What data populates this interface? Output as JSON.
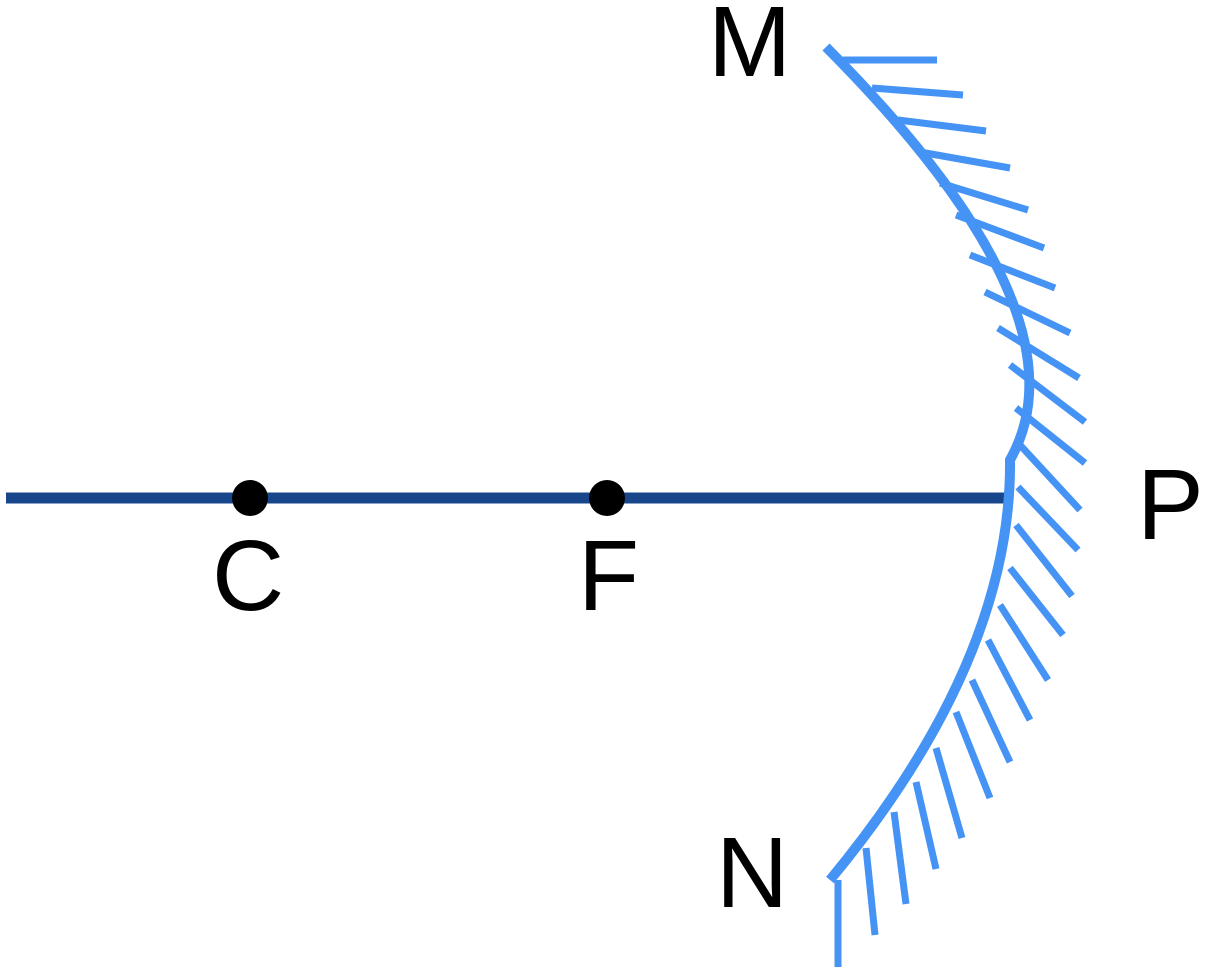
{
  "diagram": {
    "type": "concave-mirror",
    "labels": {
      "top": "M",
      "bottom": "N",
      "pole": "P",
      "center": "C",
      "focus": "F"
    },
    "colors": {
      "axis": "#17478a",
      "mirror": "#4593f5",
      "point": "#000000",
      "text": "#000000"
    }
  }
}
